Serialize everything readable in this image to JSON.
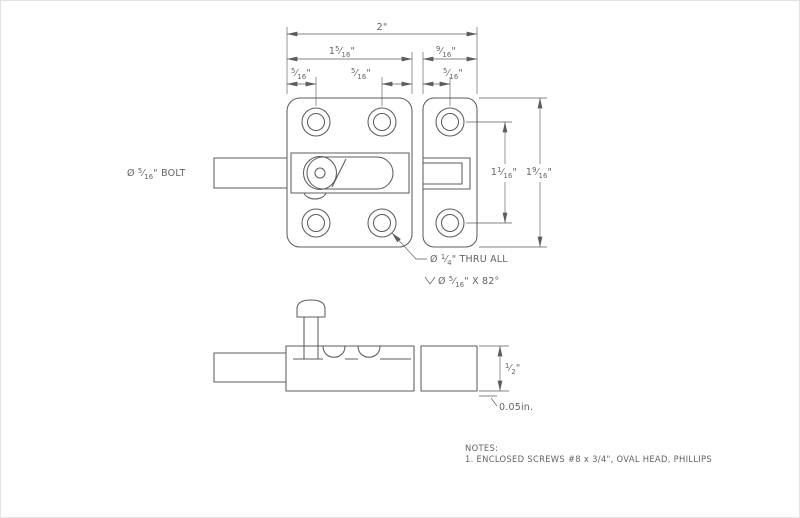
{
  "sheet": {
    "background": "#ffffff",
    "line_color": "#5c5c5c",
    "text_color": "#636363"
  },
  "plan_view": {
    "dims": {
      "overall_width": {
        "whole": "2",
        "suffix": "\""
      },
      "plate_width": {
        "whole": "1",
        "num": "5",
        "slash": "⁄",
        "den": "16",
        "suffix": "\""
      },
      "keeper_width": {
        "num": "9",
        "slash": "⁄",
        "den": "16",
        "suffix": "\""
      },
      "hole_inset_left": {
        "num": "5",
        "slash": "⁄",
        "den": "16",
        "suffix": "\""
      },
      "hole_inset_right": {
        "num": "5",
        "slash": "⁄",
        "den": "16",
        "suffix": "\""
      },
      "keeper_hole_inset": {
        "num": "5",
        "slash": "⁄",
        "den": "16",
        "suffix": "\""
      },
      "hole_row_spacing": {
        "whole": "1",
        "num": "1",
        "slash": "⁄",
        "den": "16",
        "suffix": "\""
      },
      "plate_height": {
        "whole": "1",
        "num": "9",
        "slash": "⁄",
        "den": "16",
        "suffix": "\""
      }
    },
    "bolt_callout": {
      "prefix": "Ø ",
      "num": "5",
      "slash": "⁄",
      "den": "16",
      "suffix": "\" BOLT"
    },
    "hole_callout": {
      "thru": {
        "prefix": "Ø ",
        "num": "1",
        "slash": "⁄",
        "den": "4",
        "suffix": "\" THRU ALL"
      },
      "countersink": {
        "prefix": "Ø ",
        "num": "5",
        "slash": "⁄",
        "den": "16",
        "suffix": "\" X 82°"
      }
    }
  },
  "side_view": {
    "dims": {
      "height": {
        "num": "1",
        "slash": "⁄",
        "den": "2",
        "suffix": "\""
      },
      "gap": "0.05in."
    }
  },
  "notes": {
    "title": "NOTES:",
    "item1": "1.  ENCLOSED SCREWS #8 x 3/4\", OVAL HEAD, PHILLIPS"
  }
}
